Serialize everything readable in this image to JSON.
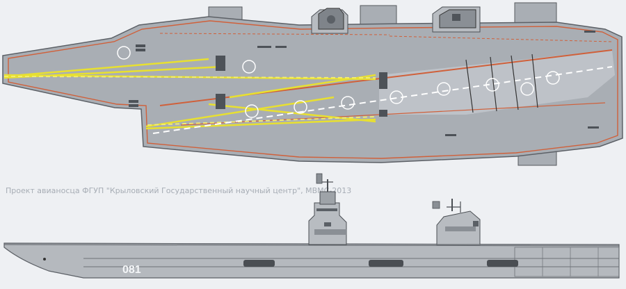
{
  "caption": "Проект авианосца ФГУП \"Крыловский Государственный научный центр\", МВМС-2013",
  "hull_number": "081",
  "colors": {
    "background": "#eef0f3",
    "deck": "#a9aeb4",
    "deck_outline": "#7d8288",
    "edge_stripe": "#d0603a",
    "landing_area": "#c2c6cb",
    "takeoff_lines": "#e8e030",
    "centerline": "#ffffff",
    "arrester_wires": "#333333",
    "hull_side": "#b5b9be",
    "caption_text": "#a7adb5"
  },
  "views": [
    {
      "name": "top-view",
      "label": ""
    },
    {
      "name": "side-view",
      "label": ""
    }
  ]
}
